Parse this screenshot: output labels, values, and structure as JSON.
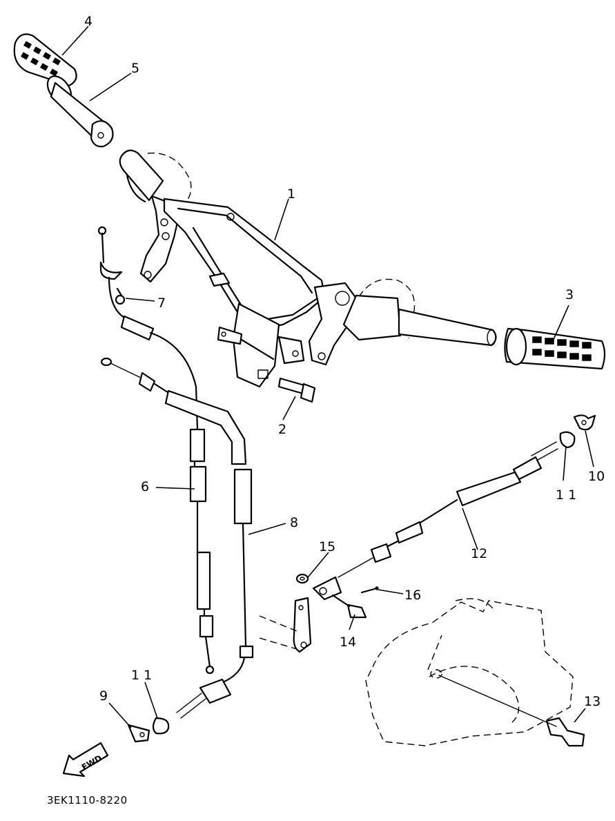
{
  "diagram": {
    "labels": {
      "p1": "1",
      "p2": "2",
      "p3": "3",
      "p4": "4",
      "p5": "5",
      "p6": "6",
      "p7": "7",
      "p8": "8",
      "p9": "9",
      "p10": "10",
      "p11a": "1 1",
      "p11b": "1 1",
      "p12": "12",
      "p13": "13",
      "p14": "14",
      "p15": "15",
      "p16": "16"
    },
    "direction_marker": "FWD",
    "drawing_code": "3EK1110-8220"
  }
}
